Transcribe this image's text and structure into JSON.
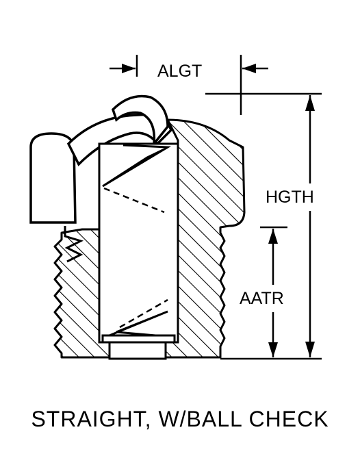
{
  "labels": {
    "algt": "ALGT",
    "hgth": "HGTH",
    "aatr": "AATR"
  },
  "caption": "STRAIGHT, W/BALL CHECK"
}
